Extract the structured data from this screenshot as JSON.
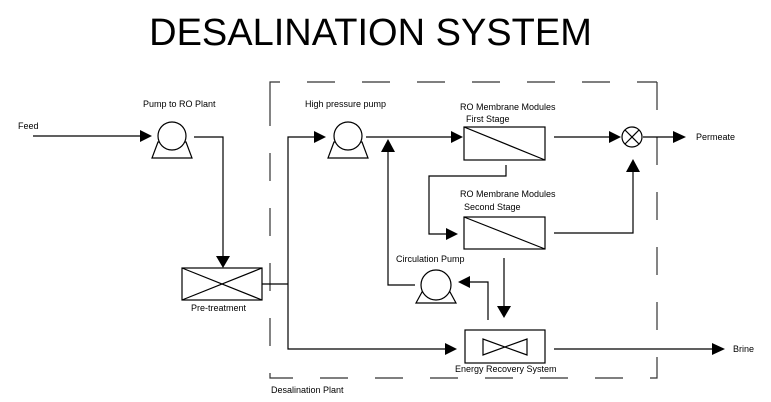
{
  "title": "DESALINATION SYSTEM",
  "labels": {
    "feed": "Feed",
    "pump_to_ro": "Pump to RO Plant",
    "pretreatment": "Pre-treatment",
    "high_pressure_pump": "High pressure pump",
    "ro_modules_1_line1": "RO Membrane Modules",
    "ro_modules_1_line2": "First Stage",
    "ro_modules_2_line1": "RO Membrane Modules",
    "ro_modules_2_line2": "Second Stage",
    "circulation_pump": "Circulation Pump",
    "energy_recovery": "Energy Recovery System",
    "permeate": "Permeate",
    "brine": "Brine",
    "desalination_plant": "Desalination Plant"
  },
  "components": [
    {
      "id": "pump-to-ro",
      "type": "pump"
    },
    {
      "id": "pretreatment",
      "type": "filter"
    },
    {
      "id": "high-pressure-pump",
      "type": "pump"
    },
    {
      "id": "ro-first-stage",
      "type": "membrane"
    },
    {
      "id": "ro-second-stage",
      "type": "membrane"
    },
    {
      "id": "circulation-pump",
      "type": "pump"
    },
    {
      "id": "energy-recovery",
      "type": "valve"
    },
    {
      "id": "permeate-mixer",
      "type": "mixer"
    }
  ]
}
